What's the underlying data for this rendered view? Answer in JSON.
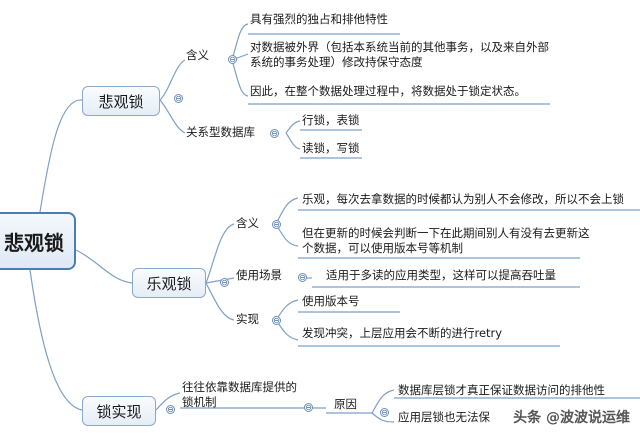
{
  "root": {
    "label": "悲观锁"
  },
  "pessimistic": {
    "label": "悲观锁",
    "meaning_label": "含义",
    "meaning_items": [
      "具有强烈的独占和排他特性",
      "对数据被外界（包括本系统当前的其他事务，以及来自外部系统的事务处理）修改持保守态度",
      "因此，在整个数据处理过程中，将数据处于锁定状态。"
    ],
    "relational_label": "关系型数据库",
    "relational_items": [
      "行锁，表锁",
      "读锁，写锁"
    ]
  },
  "optimistic": {
    "label": "乐观锁",
    "meaning_label": "含义",
    "meaning_items": [
      "乐观，每次去拿数据的时候都认为别人不会修改，所以不会上锁",
      "但在更新的时候会判断一下在此期间别人有没有去更新这个数据，可以使用版本号等机制"
    ],
    "scenario_label": "使用场景",
    "scenario_items": [
      "适用于多读的应用类型，这样可以提高吞吐量"
    ],
    "impl_label": "实现",
    "impl_items": [
      "使用版本号",
      "发现冲突，上层应用会不断的进行retry"
    ]
  },
  "implementation": {
    "label": "锁实现",
    "note": "往往依靠数据库提供的锁机制",
    "reason_label": "原因",
    "reason_items": [
      "数据库层锁才真正保证数据访问的排他性",
      "应用层锁也无法保"
    ]
  },
  "collapse_symbol": "⊖",
  "watermark": "头条 @波波说运维"
}
